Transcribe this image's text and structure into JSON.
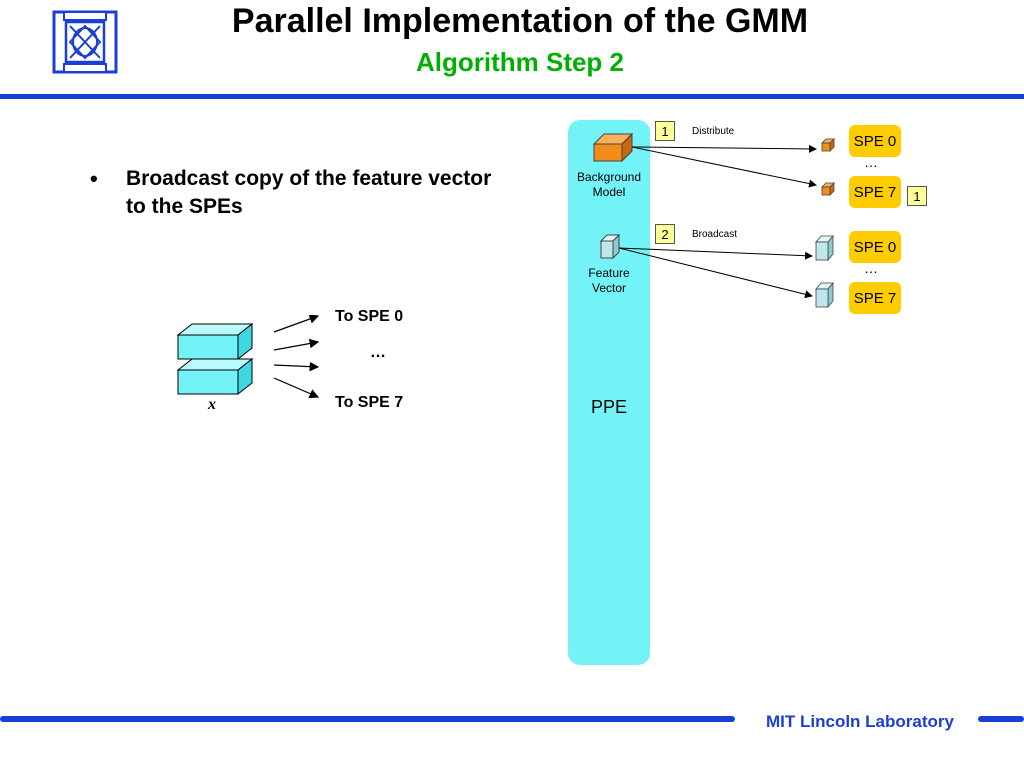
{
  "slide": {
    "title": "Parallel Implementation of the GMM",
    "subtitle": "Algorithm Step 2",
    "bullets": [
      "Broadcast copy of the feature vector to the SPEs"
    ],
    "footer": "MIT Lincoln Laboratory"
  },
  "left_figure": {
    "vector_label": "x",
    "to_first": "To SPE 0",
    "ellipsis": "…",
    "to_last": "To SPE 7"
  },
  "right_figure": {
    "ppe_label": "PPE",
    "background_model_label": [
      "Background",
      "Model"
    ],
    "feature_vector_label": [
      "Feature",
      "Vector"
    ],
    "steps": [
      {
        "number": "1",
        "label": "Distribute"
      },
      {
        "number": "2",
        "label": "Broadcast"
      }
    ],
    "distribute_targets": [
      "SPE 0",
      "SPE 7"
    ],
    "broadcast_targets": [
      "SPE 0",
      "SPE 7"
    ],
    "spe7_badge": "1",
    "ellipsis": "…"
  },
  "colors": {
    "accent_blue": "#1a3fd6",
    "subtitle_green": "#00b000",
    "ppe_cyan": "#73f3f8",
    "spe_yellow": "#ffcc00",
    "model_orange": "#f28c1b",
    "vector_cube": "#bfe6ea",
    "left_vector": "#73f3f8"
  }
}
